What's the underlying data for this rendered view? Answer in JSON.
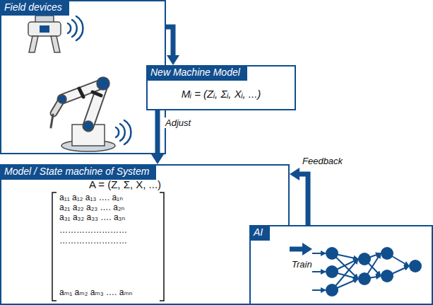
{
  "diagram": {
    "nodes": [
      {
        "text": [
          "Field devices"
        ]
      },
      {
        "text": [
          "New Machine Model",
          "Mᵢ = (Zᵢ, Σᵢ, Xᵢ, ...)"
        ]
      },
      {
        "text": [
          "Model / State machine of System",
          "A = (Z, Σ, X, ...)",
          "a₁₁ a₁₂ a₁₃ …. a₁ₙ",
          "a₂₁ a₂₂ a₂₃ …. a₂ₙ",
          "a₃₁ a₃₂ a₃₃ …. a₃ₙ",
          "……………………",
          "……………………",
          "aₘ₁ aₘ₂ aₘ₃ …. aₘₙ"
        ]
      },
      {
        "text": [
          "AI"
        ]
      }
    ],
    "edges": [
      {
        "from": 0,
        "to": 1,
        "arrow": "to"
      },
      {
        "from": 1,
        "to": 2,
        "label": "Adjust",
        "arrow": "to"
      },
      {
        "from": 2,
        "to": 3,
        "label": "Train",
        "arrow": "to"
      },
      {
        "from": 3,
        "to": 2,
        "label": "Feedback",
        "arrow": "to"
      }
    ]
  }
}
